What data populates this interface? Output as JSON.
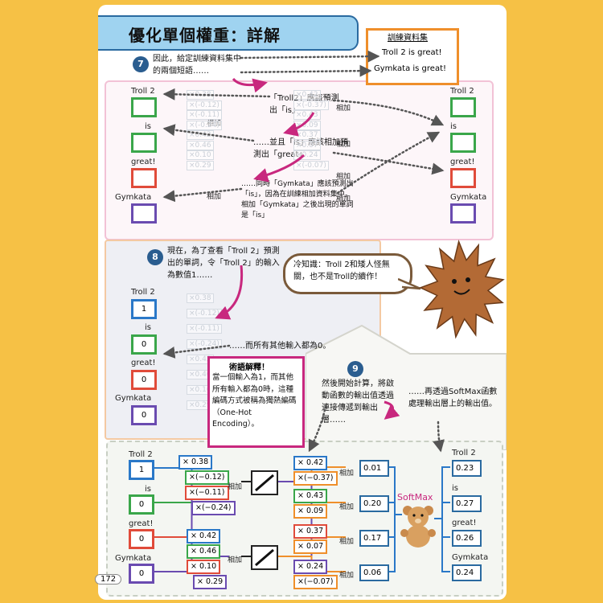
{
  "header": {
    "title": "優化單個權重：詳解"
  },
  "page_number": "172",
  "training_data": {
    "title": "訓練資料集",
    "lines": [
      "Troll 2 is great!",
      "Gymkata is great!"
    ]
  },
  "step7": {
    "number": "7",
    "text1": "因此，給定訓練資料集中的兩個短語……",
    "text2": "「Troll2」應該預測出「is」",
    "text3": "……並且「is」應該相加預測出「great」",
    "text4": "……同時「Gymkata」應該預測出「is」，因為在訓練相加資料集中，相加「Gymkata」之後出現的單詞是「is」",
    "add_labels": [
      "相加",
      "相加",
      "相加",
      "相加",
      "相加",
      "相加",
      "相加"
    ]
  },
  "step8": {
    "number": "8",
    "text1": "現在，為了查看「Troll 2」預測出的單詞，令「Troll 2」的輸入為數值1……",
    "text2": "……而所有其他輸入都為0。"
  },
  "callout": {
    "text": "冷知識：Troll 2和矮人怪無關，也不是Troll的續作！"
  },
  "term_box": {
    "title": "術語解釋！",
    "text": "當一個輸入為1，而其他所有輸入都為0時，這種編碼方式被稱為獨熱編碼（One-Hot Encoding）。"
  },
  "step9": {
    "number": "9",
    "text1": "然後開始計算，將啟動函數的輸出值透過連接傳遞到輸出層……",
    "text2": "……再透過SoftMax函數處理輸出層上的輸出值。"
  },
  "words": [
    "Troll 2",
    "is",
    "great!",
    "Gymkata"
  ],
  "network": {
    "inputs": [
      "1",
      "0",
      "0",
      "0"
    ],
    "weights_top": [
      "× 0.38",
      "×(−0.12)",
      "×(−0.11)",
      "×(−0.24)"
    ],
    "weights_bottom": [
      "× 0.42",
      "× 0.46",
      "× 0.10",
      "× 0.29"
    ],
    "add_label": "相加",
    "out_weights": [
      "× 0.42",
      "×(−0.37)",
      "× 0.43",
      "× 0.09",
      "× 0.37",
      "× 0.07",
      "× 0.24",
      "×(−0.07)"
    ],
    "sums": [
      "0.01",
      "0.20",
      "0.17",
      "0.06"
    ],
    "softmax_label": "SoftMax",
    "outputs": [
      "0.23",
      "0.27",
      "0.26",
      "0.24"
    ]
  },
  "faint_weights_7": [
    "×0.38",
    "×(-0.12)",
    "×(-0.11)",
    "×(-0.24)",
    "×0.42",
    "×0.46",
    "×0.10",
    "×0.29",
    "×0.42",
    "×(-0.37)",
    "×0.43",
    "×0.09",
    "×0.37",
    "×0.07",
    "×0.24",
    "×(-0.07)"
  ],
  "faint_weights_8": [
    "×0.38",
    "×(-0.12)",
    "×(-0.11)",
    "×(-0.24)",
    "×0.42",
    "×0.46",
    "×0.10",
    "×0.29"
  ],
  "colors": {
    "background": "#f6c145",
    "header_fill": "#9fd3f0",
    "orange": "#ef8f2b",
    "magenta": "#c8287e",
    "green": "#3aa64a",
    "blue": "#2a78c8",
    "red": "#e04b3a",
    "purple": "#6a4bb0"
  }
}
